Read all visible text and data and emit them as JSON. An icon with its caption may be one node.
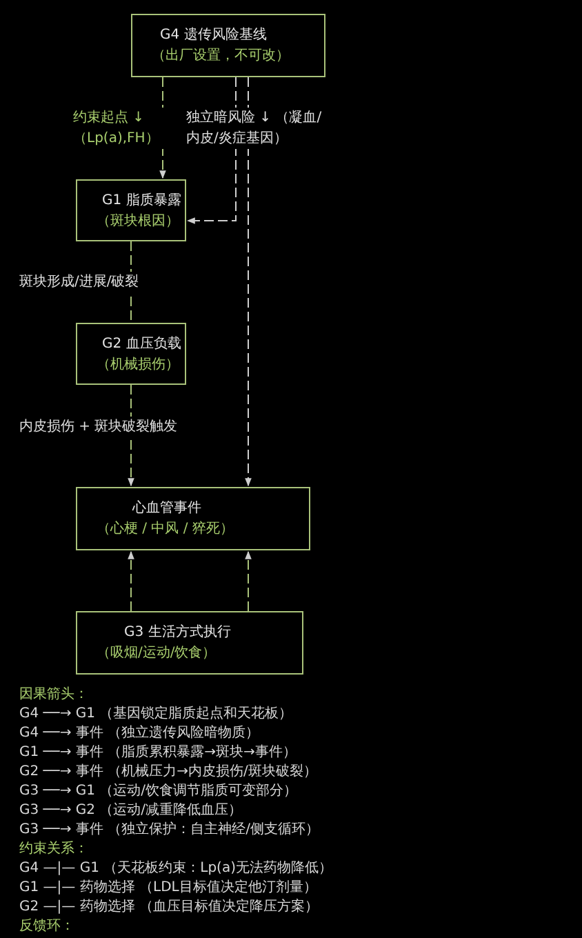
{
  "diagram": {
    "nodes": [
      {
        "text": [
          "G4 遗传风险基线",
          "（出厂设置，不可改）"
        ]
      },
      {
        "text": [
          "G1 脂质暴露",
          "（斑块根因）"
        ]
      },
      {
        "text": [
          "G2 血压负载",
          "（机械损伤）"
        ]
      },
      {
        "text": [
          "心血管事件",
          "（心梗 / 中风 / 猝死）"
        ]
      },
      {
        "text": [
          "G3 生活方式执行",
          "（吸烟/运动/饮食）"
        ]
      }
    ],
    "edges": [
      {
        "from": 0,
        "to": 1,
        "arrow": "to",
        "label": "约束起点 ↓ （Lp(a),FH）"
      },
      {
        "from": 0,
        "to": 3,
        "arrow": "to",
        "label": "独立暗风险 ↓ （凝血/内皮/炎症基因）"
      },
      {
        "from": 0,
        "to": 1,
        "arrow": "to"
      },
      {
        "from": 1,
        "to": 2,
        "arrow": "none",
        "label": "斑块形成/进展/破裂"
      },
      {
        "from": 2,
        "to": 3,
        "arrow": "to",
        "label": "内皮损伤 + 斑块破裂触发"
      },
      {
        "from": 4,
        "to": 3,
        "arrow": "to"
      },
      {
        "from": 4,
        "to": 3,
        "arrow": "to"
      }
    ],
    "labels": [
      "因果箭头：",
      "G4 ──→ G1 （基因锁定脂质起点和天花板）",
      "G4 ──→ 事件 （独立遗传风险暗物质）",
      "G1 ──→ 事件 （脂质累积暴露→斑块→事件）",
      "G2 ──→ 事件 （机械压力→内皮损伤/斑块破裂）",
      "G3 ──→ G1 （运动/饮食调节脂质可变部分）",
      "G3 ──→ G2 （运动/减重降低血压）",
      "G3 ──→ 事件 （独立保护：自主神经/侧支循环）",
      "约束关系：",
      "G4 —|— G1 （天花板约束：Lp(a)无法药物降低）",
      "G1 —|— 药物选择 （LDL目标值决定他汀剂量）",
      "G2 —|— 药物选择 （血压目标值决定降压方案）",
      "反馈环："
    ]
  }
}
